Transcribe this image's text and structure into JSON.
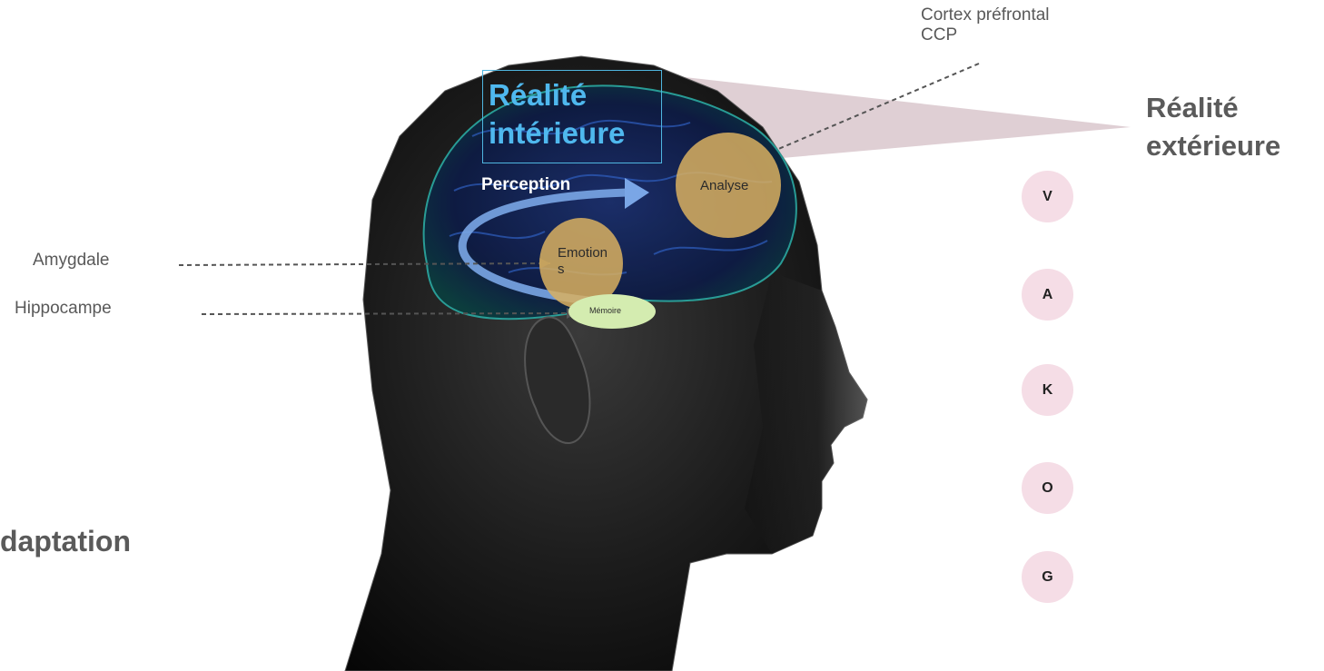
{
  "labels": {
    "cortex_line1": "Cortex préfrontal",
    "cortex_line2": "CCP",
    "amygdale": "Amygdale",
    "hippocampe": "Hippocampe",
    "adaptation": "daptation",
    "realite_interieure_line1": "Réalité",
    "realite_interieure_line2": "intérieure",
    "realite_exterieure_line1": "Réalité",
    "realite_exterieure_line2": "extérieure",
    "perception": "Perception",
    "analyse": "Analyse",
    "emotions_line1": "Emotion",
    "emotions_line2": "s",
    "memoire": "Mémoire"
  },
  "channels": [
    "V",
    "A",
    "K",
    "O",
    "G"
  ],
  "colors": {
    "title_blue": "#4fb8ee",
    "bubble_gold": "#d9b060",
    "memoire_green": "#d4ecb0",
    "channel_pink": "#f5dde6",
    "beam": "#d9c7cd"
  }
}
